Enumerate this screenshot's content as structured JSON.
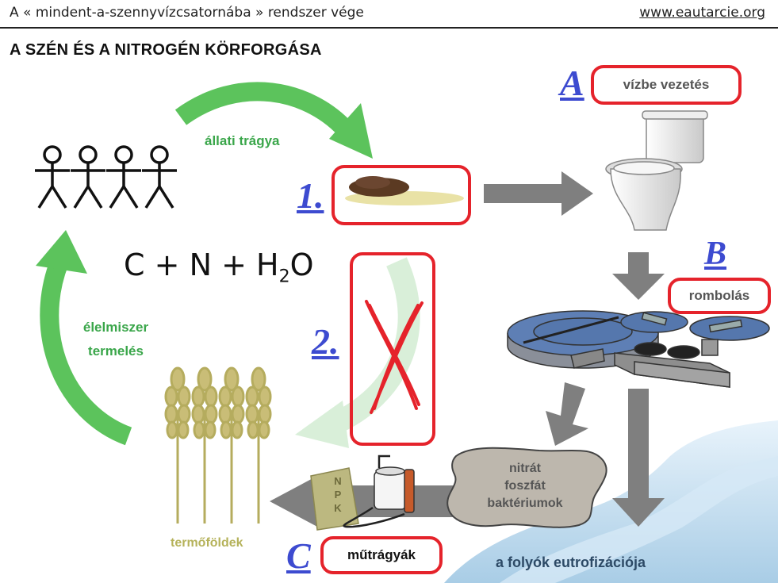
{
  "header": {
    "left": "A « mindent-a-szennyvízcsatornába » rendszer vége",
    "right": "www.eautarcie.org"
  },
  "title": "A SZÉN ÉS A NITROGÉN KÖRFORGÁSA",
  "formula": {
    "c": "C",
    "plus1": "+",
    "n": "N",
    "plus2": "+",
    "h": "H",
    "sub": "2",
    "o": "O"
  },
  "labels": {
    "allati_tragya": "állati trágya",
    "elelmiszer": "élelmiszer",
    "termeles": "termelés",
    "termofoldek": "termőföldek",
    "nitrat": "nitrát",
    "foszfat": "foszfát",
    "bakteriumok": "baktériumok",
    "river": "a folyók eutrofizációja"
  },
  "boxes": {
    "a": "vízbe vezetés",
    "b": "rombolás",
    "c": "műtrágyák"
  },
  "steps": {
    "one": "1.",
    "two": "2.",
    "a": "A",
    "b": "B",
    "c": "C"
  },
  "bag": {
    "n": "N",
    "p": "P",
    "k": "K"
  },
  "colors": {
    "green": "#3aa64a",
    "red": "#e5232b",
    "blue": "#3d4bd0",
    "grey_arrow": "#7f7f7f",
    "river": "#b9d8ec"
  }
}
